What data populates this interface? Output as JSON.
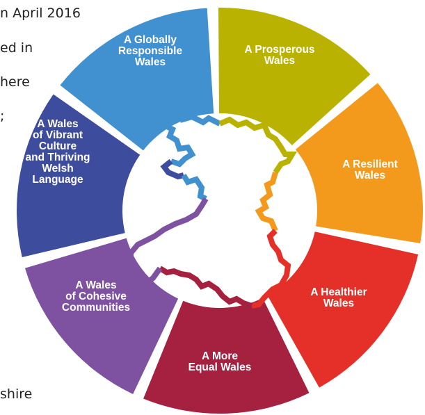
{
  "background_text": [
    "n April 2016",
    "ed in",
    "here",
    ";",
    "shire"
  ],
  "segments": [
    {
      "id": "prosperous",
      "lines": [
        "A Prosperous",
        "Wales"
      ],
      "color": "#b9b200"
    },
    {
      "id": "resilient",
      "lines": [
        "A Resilient",
        "Wales"
      ],
      "color": "#f39a1d"
    },
    {
      "id": "healthier",
      "lines": [
        "A Healthier",
        "Wales"
      ],
      "color": "#e5302a"
    },
    {
      "id": "more-equal",
      "lines": [
        "A More",
        "Equal Wales"
      ],
      "color": "#a5213f"
    },
    {
      "id": "cohesive",
      "lines": [
        "A Wales",
        "of Cohesive",
        "Communities"
      ],
      "color": "#7e52a0"
    },
    {
      "id": "culture",
      "lines": [
        "A Wales",
        "of Vibrant",
        "Culture",
        "and Thriving",
        "Welsh",
        "Language"
      ],
      "color": "#3e4c9d"
    },
    {
      "id": "globally",
      "lines": [
        "A Globally",
        "Responsible",
        "Wales"
      ],
      "color": "#4190cf"
    }
  ]
}
